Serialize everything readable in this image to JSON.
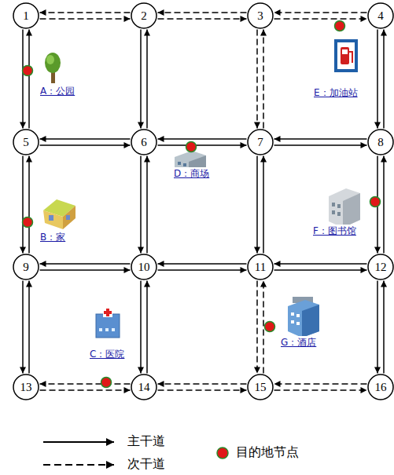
{
  "diagram": {
    "nodes": [
      {
        "text": [
          "1"
        ]
      },
      {
        "text": [
          "2"
        ]
      },
      {
        "text": [
          "3"
        ]
      },
      {
        "text": [
          "4"
        ]
      },
      {
        "text": [
          "5"
        ]
      },
      {
        "text": [
          "6"
        ]
      },
      {
        "text": [
          "7"
        ]
      },
      {
        "text": [
          "8"
        ]
      },
      {
        "text": [
          "9"
        ]
      },
      {
        "text": [
          "10"
        ]
      },
      {
        "text": [
          "11"
        ]
      },
      {
        "text": [
          "12"
        ]
      },
      {
        "text": [
          "13"
        ]
      },
      {
        "text": [
          "14"
        ]
      },
      {
        "text": [
          "15"
        ]
      },
      {
        "text": [
          "16"
        ]
      }
    ],
    "edges": [
      {
        "from": 0,
        "to": 1,
        "arrow": "to"
      },
      {
        "from": 1,
        "to": 0,
        "arrow": "to"
      },
      {
        "from": 1,
        "to": 2,
        "arrow": "to"
      },
      {
        "from": 2,
        "to": 1,
        "arrow": "to"
      },
      {
        "from": 2,
        "to": 3,
        "arrow": "to"
      },
      {
        "from": 3,
        "to": 2,
        "arrow": "to"
      },
      {
        "from": 4,
        "to": 5,
        "arrow": "to"
      },
      {
        "from": 5,
        "to": 4,
        "arrow": "to"
      },
      {
        "from": 5,
        "to": 6,
        "arrow": "to"
      },
      {
        "from": 6,
        "to": 5,
        "arrow": "to"
      },
      {
        "from": 6,
        "to": 7,
        "arrow": "to"
      },
      {
        "from": 7,
        "to": 6,
        "arrow": "to"
      },
      {
        "from": 8,
        "to": 9,
        "arrow": "to"
      },
      {
        "from": 9,
        "to": 8,
        "arrow": "to"
      },
      {
        "from": 9,
        "to": 10,
        "arrow": "to"
      },
      {
        "from": 10,
        "to": 9,
        "arrow": "to"
      },
      {
        "from": 10,
        "to": 11,
        "arrow": "to"
      },
      {
        "from": 11,
        "to": 10,
        "arrow": "to"
      },
      {
        "from": 12,
        "to": 13,
        "arrow": "to"
      },
      {
        "from": 13,
        "to": 12,
        "arrow": "to"
      },
      {
        "from": 13,
        "to": 14,
        "arrow": "to"
      },
      {
        "from": 14,
        "to": 13,
        "arrow": "to"
      },
      {
        "from": 14,
        "to": 15,
        "arrow": "to"
      },
      {
        "from": 15,
        "to": 14,
        "arrow": "to"
      },
      {
        "from": 0,
        "to": 4,
        "arrow": "to"
      },
      {
        "from": 4,
        "to": 0,
        "arrow": "to"
      },
      {
        "from": 4,
        "to": 8,
        "arrow": "to"
      },
      {
        "from": 8,
        "to": 4,
        "arrow": "to"
      },
      {
        "from": 8,
        "to": 12,
        "arrow": "to"
      },
      {
        "from": 12,
        "to": 8,
        "arrow": "to"
      },
      {
        "from": 1,
        "to": 5,
        "arrow": "to"
      },
      {
        "from": 5,
        "to": 1,
        "arrow": "to"
      },
      {
        "from": 5,
        "to": 9,
        "arrow": "to"
      },
      {
        "from": 9,
        "to": 5,
        "arrow": "to"
      },
      {
        "from": 9,
        "to": 13,
        "arrow": "to"
      },
      {
        "from": 13,
        "to": 9,
        "arrow": "to"
      },
      {
        "from": 2,
        "to": 6,
        "arrow": "to"
      },
      {
        "from": 6,
        "to": 2,
        "arrow": "to"
      },
      {
        "from": 6,
        "to": 10,
        "arrow": "to"
      },
      {
        "from": 10,
        "to": 6,
        "arrow": "to"
      },
      {
        "from": 10,
        "to": 14,
        "arrow": "to"
      },
      {
        "from": 14,
        "to": 10,
        "arrow": "to"
      },
      {
        "from": 3,
        "to": 7,
        "arrow": "to"
      },
      {
        "from": 7,
        "to": 3,
        "arrow": "to"
      },
      {
        "from": 7,
        "to": 11,
        "arrow": "to"
      },
      {
        "from": 11,
        "to": 7,
        "arrow": "to"
      },
      {
        "from": 11,
        "to": 15,
        "arrow": "to"
      },
      {
        "from": 15,
        "to": 11,
        "arrow": "to"
      }
    ],
    "labels": [
      "A：公园",
      "B：家",
      "C：医院",
      "D：商场",
      "E：加油站",
      "F：图书馆",
      "G：酒店"
    ],
    "legend": [
      {
        "text": "主干道"
      },
      {
        "text": "次干道"
      },
      {
        "text": "目的地节点"
      }
    ]
  }
}
